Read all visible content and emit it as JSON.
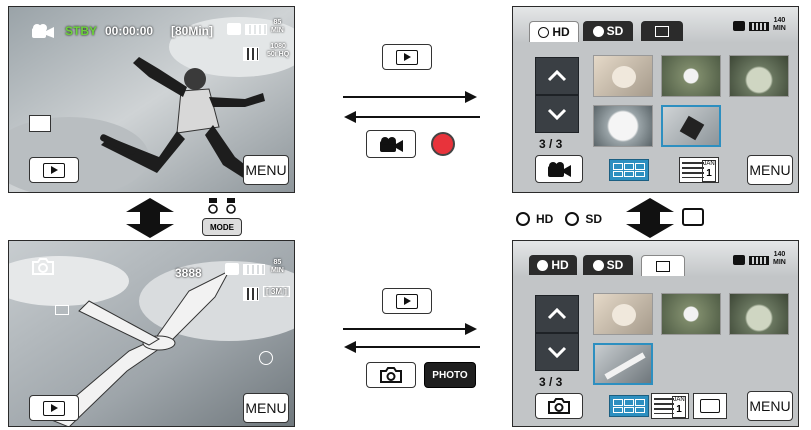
{
  "top_left": {
    "status": "STBY",
    "timecode": "00:00:00",
    "remaining": "[80Min]",
    "battery_min_top": "85",
    "battery_min_bottom": "MIN",
    "res_label": "1080",
    "res_sub": "50i HQ",
    "play_icon": "play-icon",
    "menu_label": "MENU"
  },
  "bottom_left": {
    "shots_left": "3888",
    "battery_min_top": "85",
    "battery_min_bottom": "MIN",
    "quality_label": "[ 3M ]",
    "play_icon": "play-icon",
    "menu_label": "MENU"
  },
  "middle": {
    "mode_label": "MODE",
    "photo_label": "PHOTO",
    "hd_label": "HD",
    "sd_label": "SD"
  },
  "top_right": {
    "tab_hd": "HD",
    "tab_sd": "SD",
    "battery_min_top": "140",
    "battery_min_bottom": "MIN",
    "page": "3 / 3",
    "menu_label": "MENU",
    "calendar_label": "JAN",
    "calendar_day": "1"
  },
  "bottom_right": {
    "tab_hd": "HD",
    "tab_sd": "SD",
    "battery_min_top": "140",
    "battery_min_bottom": "MIN",
    "page": "3 / 3",
    "menu_label": "MENU",
    "calendar_label": "JAN",
    "calendar_day": "1"
  },
  "colors": {
    "accent_blue": "#2d8fc0",
    "record_red": "#e8333b",
    "standby_green": "#6cd23a"
  }
}
